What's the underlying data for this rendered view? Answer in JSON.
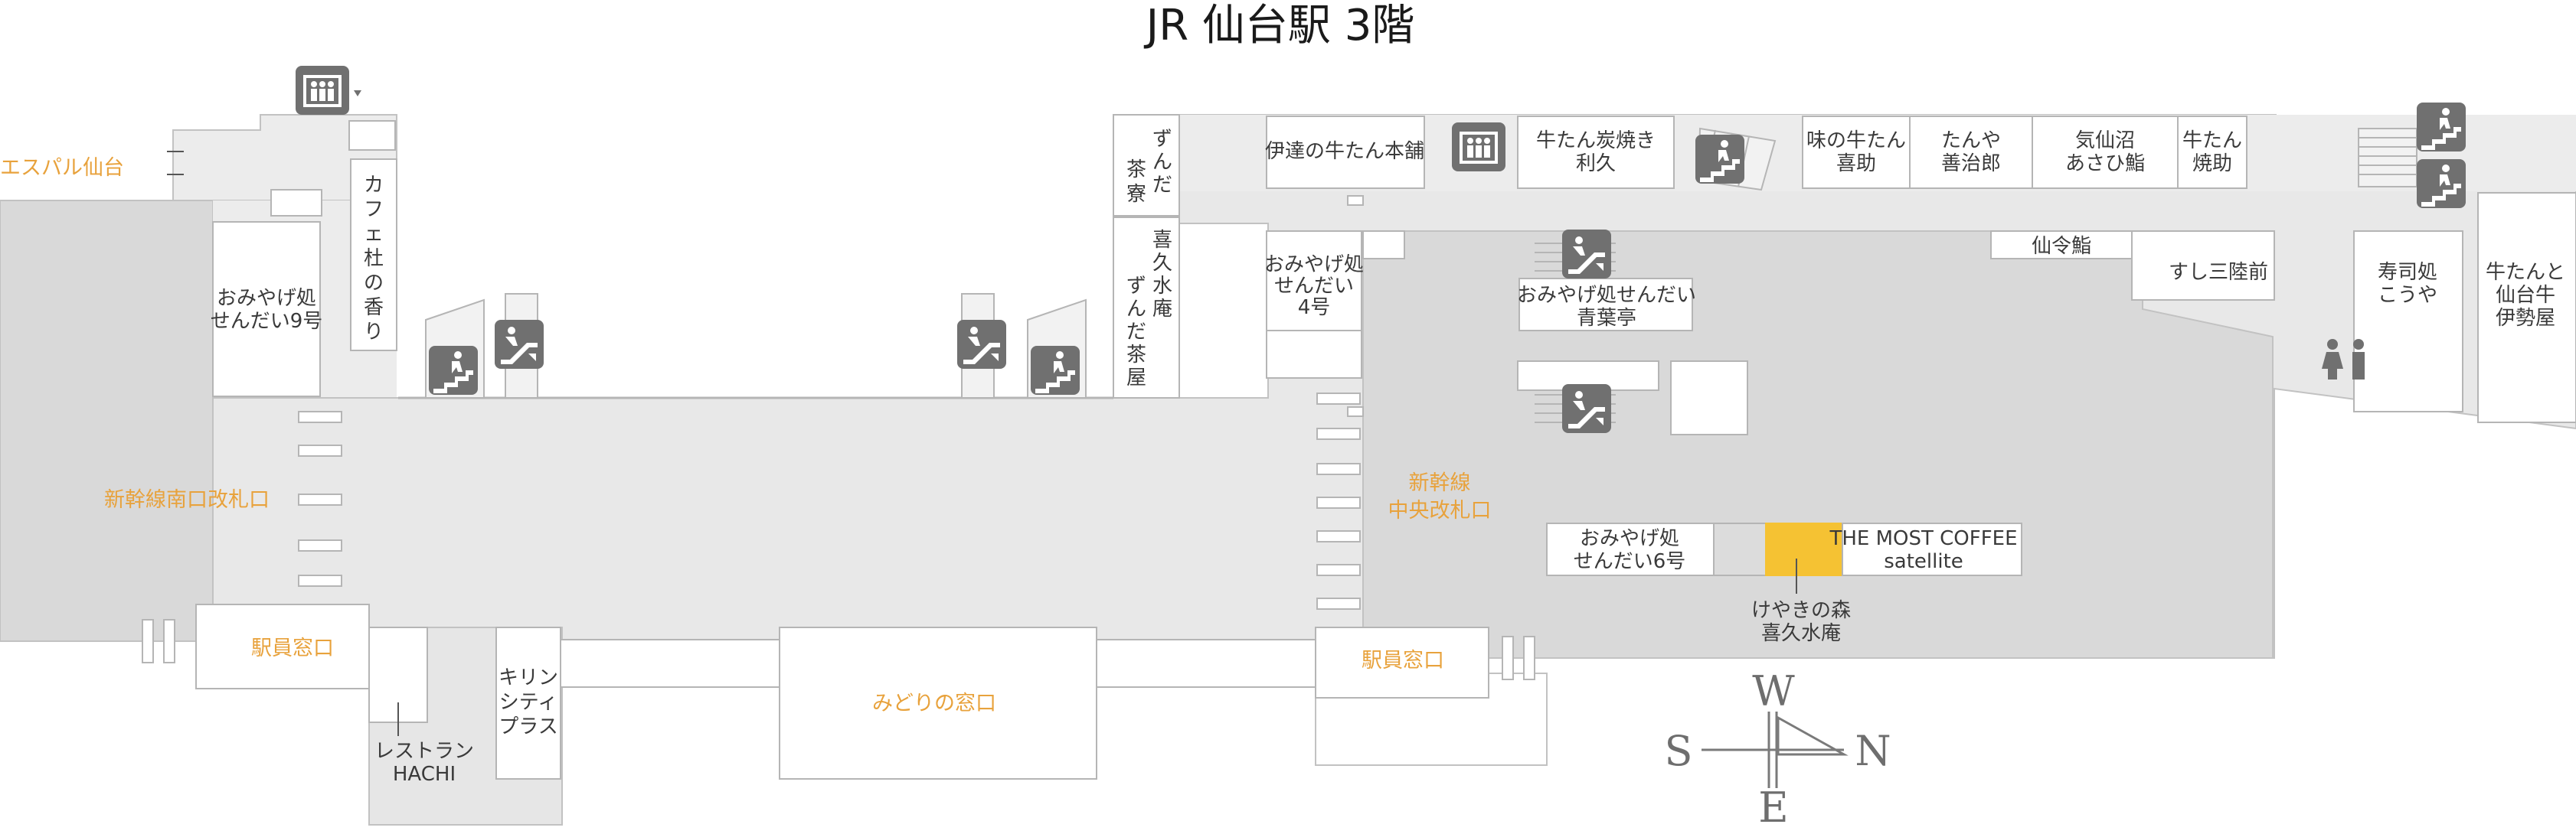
{
  "title": "JR 仙台駅 3階",
  "colors": {
    "concourse": "#e6e6e6",
    "zone": "#d9d9d9",
    "store": "#ffffff",
    "outline": "#b5b5b5",
    "icon": "#707070",
    "gate_text": "#e8a23c",
    "highlight": "#f5c233",
    "text": "#3a3a3a"
  },
  "labels": {
    "espal": "エスパル仙台",
    "omiyage9": [
      "おみやげ処",
      "せんだい9号"
    ],
    "cafe_mori": [
      "カ",
      "フ",
      "ェ",
      "杜",
      "の",
      "香",
      "り"
    ],
    "shinkansen_south": "新幹線南口改札口",
    "ekiin_left": "駅員窓口",
    "restaurant": [
      "レストラン",
      "HACHI"
    ],
    "kirin": [
      "キリン",
      "シティ",
      "プラス"
    ],
    "midori": "みどりの窓口",
    "ekiin_right": "駅員窓口",
    "zunda_saryo_col1": [
      "ず",
      "ん",
      "だ"
    ],
    "zunda_saryo_col2": [
      "茶",
      "寮"
    ],
    "kikusui_col1": [
      "喜",
      "久",
      "水",
      "庵"
    ],
    "kikusui_col2": [
      "ず",
      "ん",
      "だ",
      "茶",
      "屋"
    ],
    "date_gyutan": "伊達の牛たん本舗",
    "omiyage4": [
      "おみやげ処",
      "せんだい",
      "4号"
    ],
    "rikyu": [
      "牛たん炭焼き",
      "利久"
    ],
    "aji_gyutan": [
      "味の牛たん",
      "喜助"
    ],
    "tanya": [
      "たんや",
      "善治郎"
    ],
    "kesennuma": [
      "気仙沼",
      "あさひ鮨"
    ],
    "gyutan_yakisuke": [
      "牛たん",
      "焼助"
    ],
    "senreisushi": "仙令鮨",
    "sushi_sanriku": "すし三陸前",
    "sushi_kouya": [
      "寿司処",
      "こうや"
    ],
    "gyutan_isehara": [
      "牛たんと",
      "仙台牛",
      "伊勢屋"
    ],
    "omiyage_aobatei": [
      "おみやげ処せんだい",
      "青葉亭"
    ],
    "shinkansen_central": [
      "新幹線",
      "中央改札口"
    ],
    "omiyage6": [
      "おみやげ処",
      "せんだい6号"
    ],
    "most_coffee": [
      "THE MOST COFFEE",
      "satellite"
    ],
    "keyaki": [
      "けやきの森",
      "喜久水庵"
    ],
    "compass": {
      "w": "W",
      "n": "N",
      "s": "S",
      "e": "E"
    }
  },
  "icons": {
    "elevator": "elevator-icon",
    "escalator": "escalator-icon",
    "stairs": "stairs-icon",
    "restroom": "restroom-icon"
  }
}
